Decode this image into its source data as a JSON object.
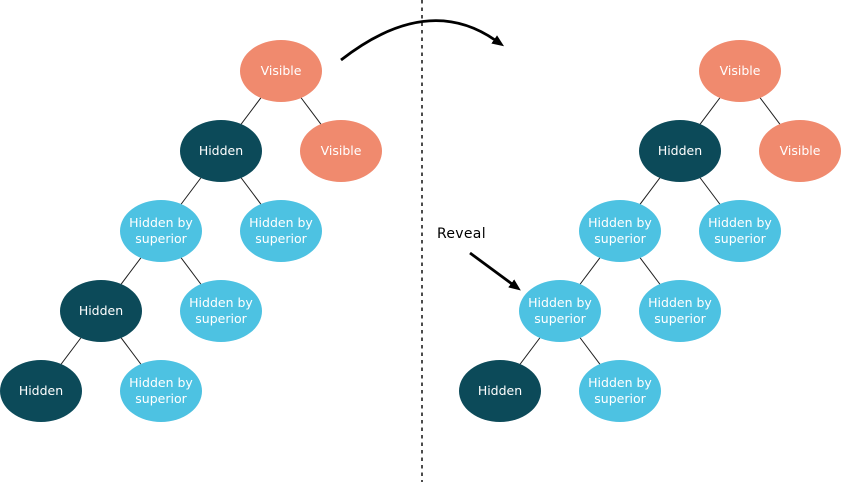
{
  "colors": {
    "visible_node": "#F08A6E",
    "hidden_node": "#0C4A59",
    "hidden_by_superior_node": "#4DC2E2",
    "node_text": "#FFFFFF",
    "edge_line": "#1F1F1F",
    "arrow": "#000000",
    "background": "#FFFFFF"
  },
  "annotations": {
    "reveal_label": "Reveal"
  },
  "trees": {
    "left": {
      "nodes": [
        {
          "label": "Visible",
          "state": "visible"
        },
        {
          "label": "Hidden",
          "state": "hidden"
        },
        {
          "label": "Visible",
          "state": "visible"
        },
        {
          "label": "Hidden by superior",
          "state": "hidden-by-superior"
        },
        {
          "label": "Hidden by superior",
          "state": "hidden-by-superior"
        },
        {
          "label": "Hidden",
          "state": "hidden"
        },
        {
          "label": "Hidden by superior",
          "state": "hidden-by-superior"
        },
        {
          "label": "Hidden",
          "state": "hidden"
        },
        {
          "label": "Hidden by superior",
          "state": "hidden-by-superior"
        }
      ],
      "edges": [
        [
          0,
          1
        ],
        [
          0,
          2
        ],
        [
          1,
          3
        ],
        [
          1,
          4
        ],
        [
          3,
          5
        ],
        [
          3,
          6
        ],
        [
          5,
          7
        ],
        [
          5,
          8
        ]
      ]
    },
    "right": {
      "nodes": [
        {
          "label": "Visible",
          "state": "visible"
        },
        {
          "label": "Hidden",
          "state": "hidden"
        },
        {
          "label": "Visible",
          "state": "visible"
        },
        {
          "label": "Hidden by superior",
          "state": "hidden-by-superior"
        },
        {
          "label": "Hidden by superior",
          "state": "hidden-by-superior"
        },
        {
          "label": "Hidden by superior",
          "state": "hidden-by-superior"
        },
        {
          "label": "Hidden by superior",
          "state": "hidden-by-superior"
        },
        {
          "label": "Hidden",
          "state": "hidden"
        },
        {
          "label": "Hidden by superior",
          "state": "hidden-by-superior"
        }
      ],
      "edges": [
        [
          0,
          1
        ],
        [
          0,
          2
        ],
        [
          1,
          3
        ],
        [
          1,
          4
        ],
        [
          3,
          5
        ],
        [
          3,
          6
        ],
        [
          5,
          7
        ],
        [
          5,
          8
        ]
      ]
    }
  }
}
